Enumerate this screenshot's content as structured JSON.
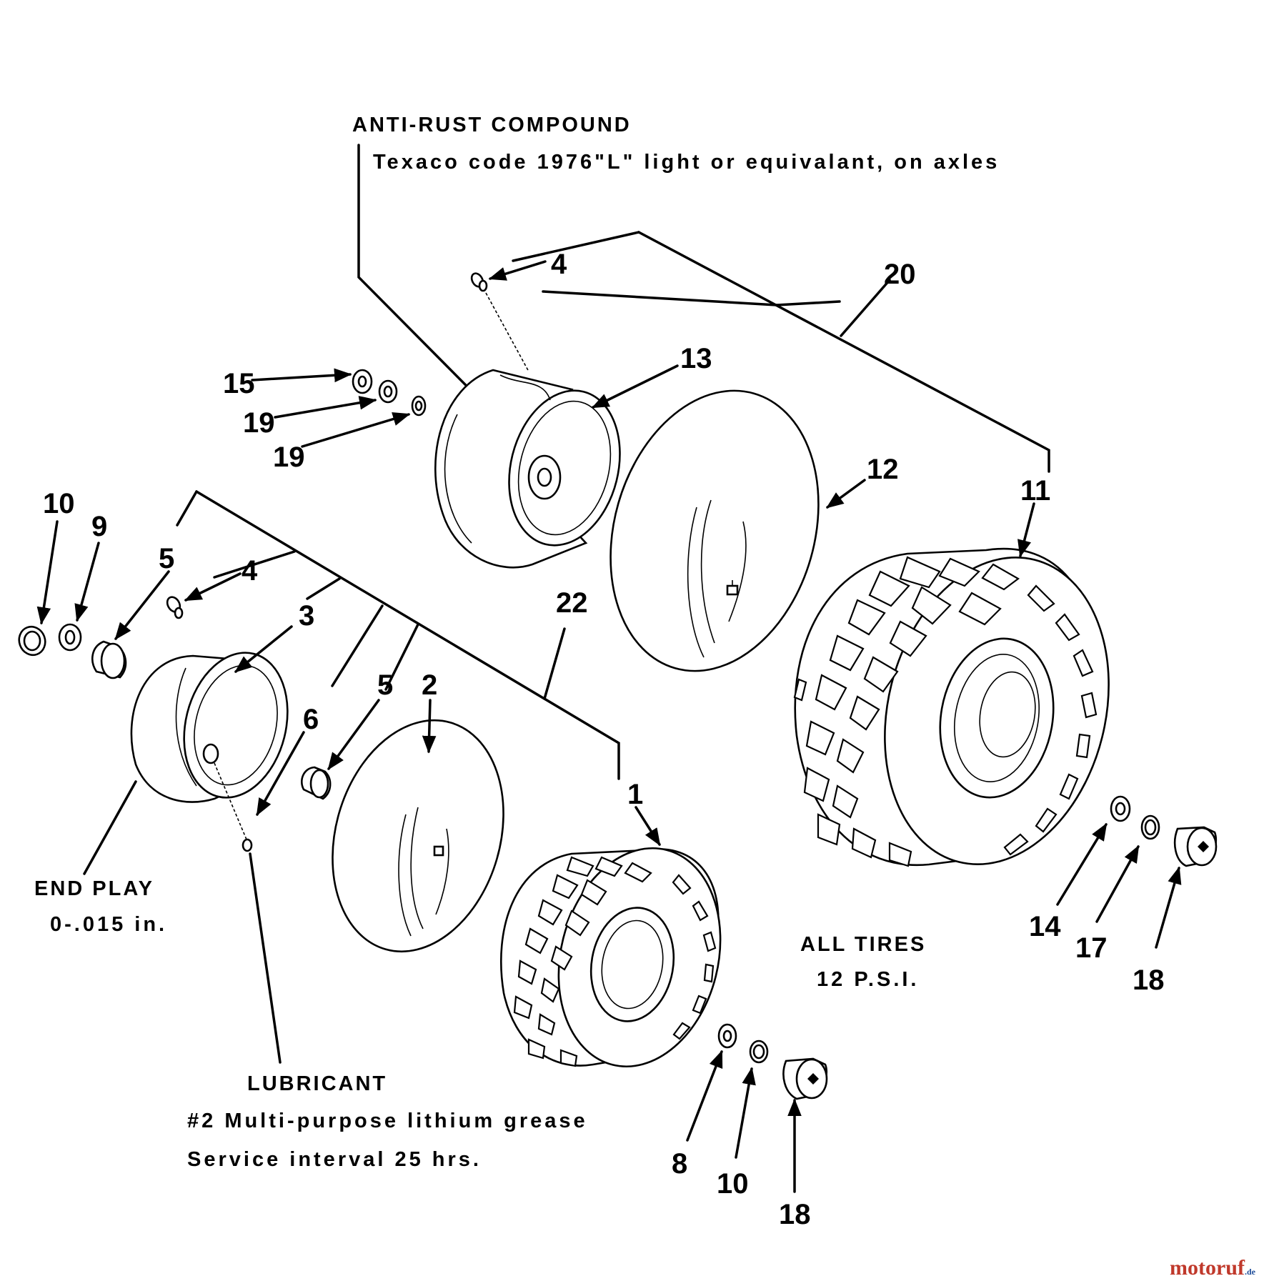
{
  "notes": {
    "anti_rust_title": "ANTI-RUST COMPOUND",
    "anti_rust_text": "Texaco code 1976\"L\" light or equivalant, on axles",
    "end_play_title": "END PLAY",
    "end_play_value": "0-.015 in.",
    "all_tires_title": "ALL TIRES",
    "all_tires_value": "12 P.S.I.",
    "lubricant_title": "LUBRICANT",
    "lubricant_text": "#2 Multi-purpose lithium grease",
    "lubricant_interval": "Service interval 25 hrs."
  },
  "callouts": {
    "c1": "1",
    "c2": "2",
    "c3": "3",
    "c4a": "4",
    "c4b": "4",
    "c5a": "5",
    "c5b": "5",
    "c6": "6",
    "c8": "8",
    "c9": "9",
    "c10a": "10",
    "c10b": "10",
    "c11": "11",
    "c12": "12",
    "c13": "13",
    "c14": "14",
    "c15": "15",
    "c17": "17",
    "c18a": "18",
    "c18b": "18",
    "c19a": "19",
    "c19b": "19",
    "c20": "20",
    "c22": "22"
  },
  "watermark": {
    "brand": "motoruf",
    "tld": ".de"
  }
}
